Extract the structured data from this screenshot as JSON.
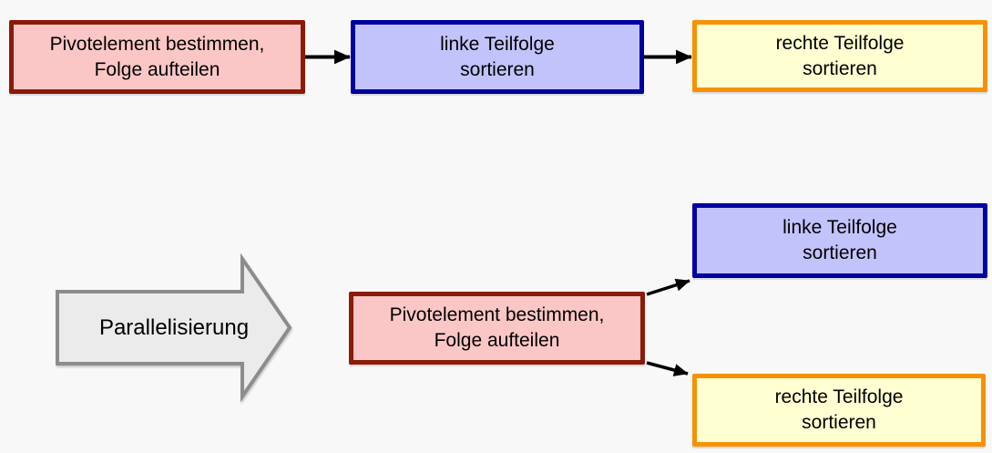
{
  "canvas": {
    "background_color": "#f8f8f8",
    "connector_color": "#000000"
  },
  "sequential_flow": {
    "pivot_box": {
      "line1": "Pivotelement bestimmen,",
      "line2": "Folge aufteilen",
      "fill": "#fbc6c6",
      "border_color": "#8b1a08"
    },
    "left_box": {
      "line1": "linke Teilfolge",
      "line2": "sortieren",
      "fill": "#c3c3fc",
      "border_color": "#0000a0"
    },
    "right_box": {
      "line1": "rechte Teilfolge",
      "line2": "sortieren",
      "fill": "#ffffd2",
      "border_color": "#f79104"
    }
  },
  "parallel_flow": {
    "transform_arrow": {
      "label": "Parallelisierung",
      "fill": "#ebebeb",
      "border_color": "#8c8c8c"
    },
    "pivot_box": {
      "line1": "Pivotelement bestimmen,",
      "line2": "Folge aufteilen",
      "fill": "#fbc6c6",
      "border_color": "#8b1a08"
    },
    "left_box": {
      "line1": "linke Teilfolge",
      "line2": "sortieren",
      "fill": "#c3c3fc",
      "border_color": "#0000a0"
    },
    "right_box": {
      "line1": "rechte Teilfolge",
      "line2": "sortieren",
      "fill": "#ffffd2",
      "border_color": "#f79104"
    }
  }
}
